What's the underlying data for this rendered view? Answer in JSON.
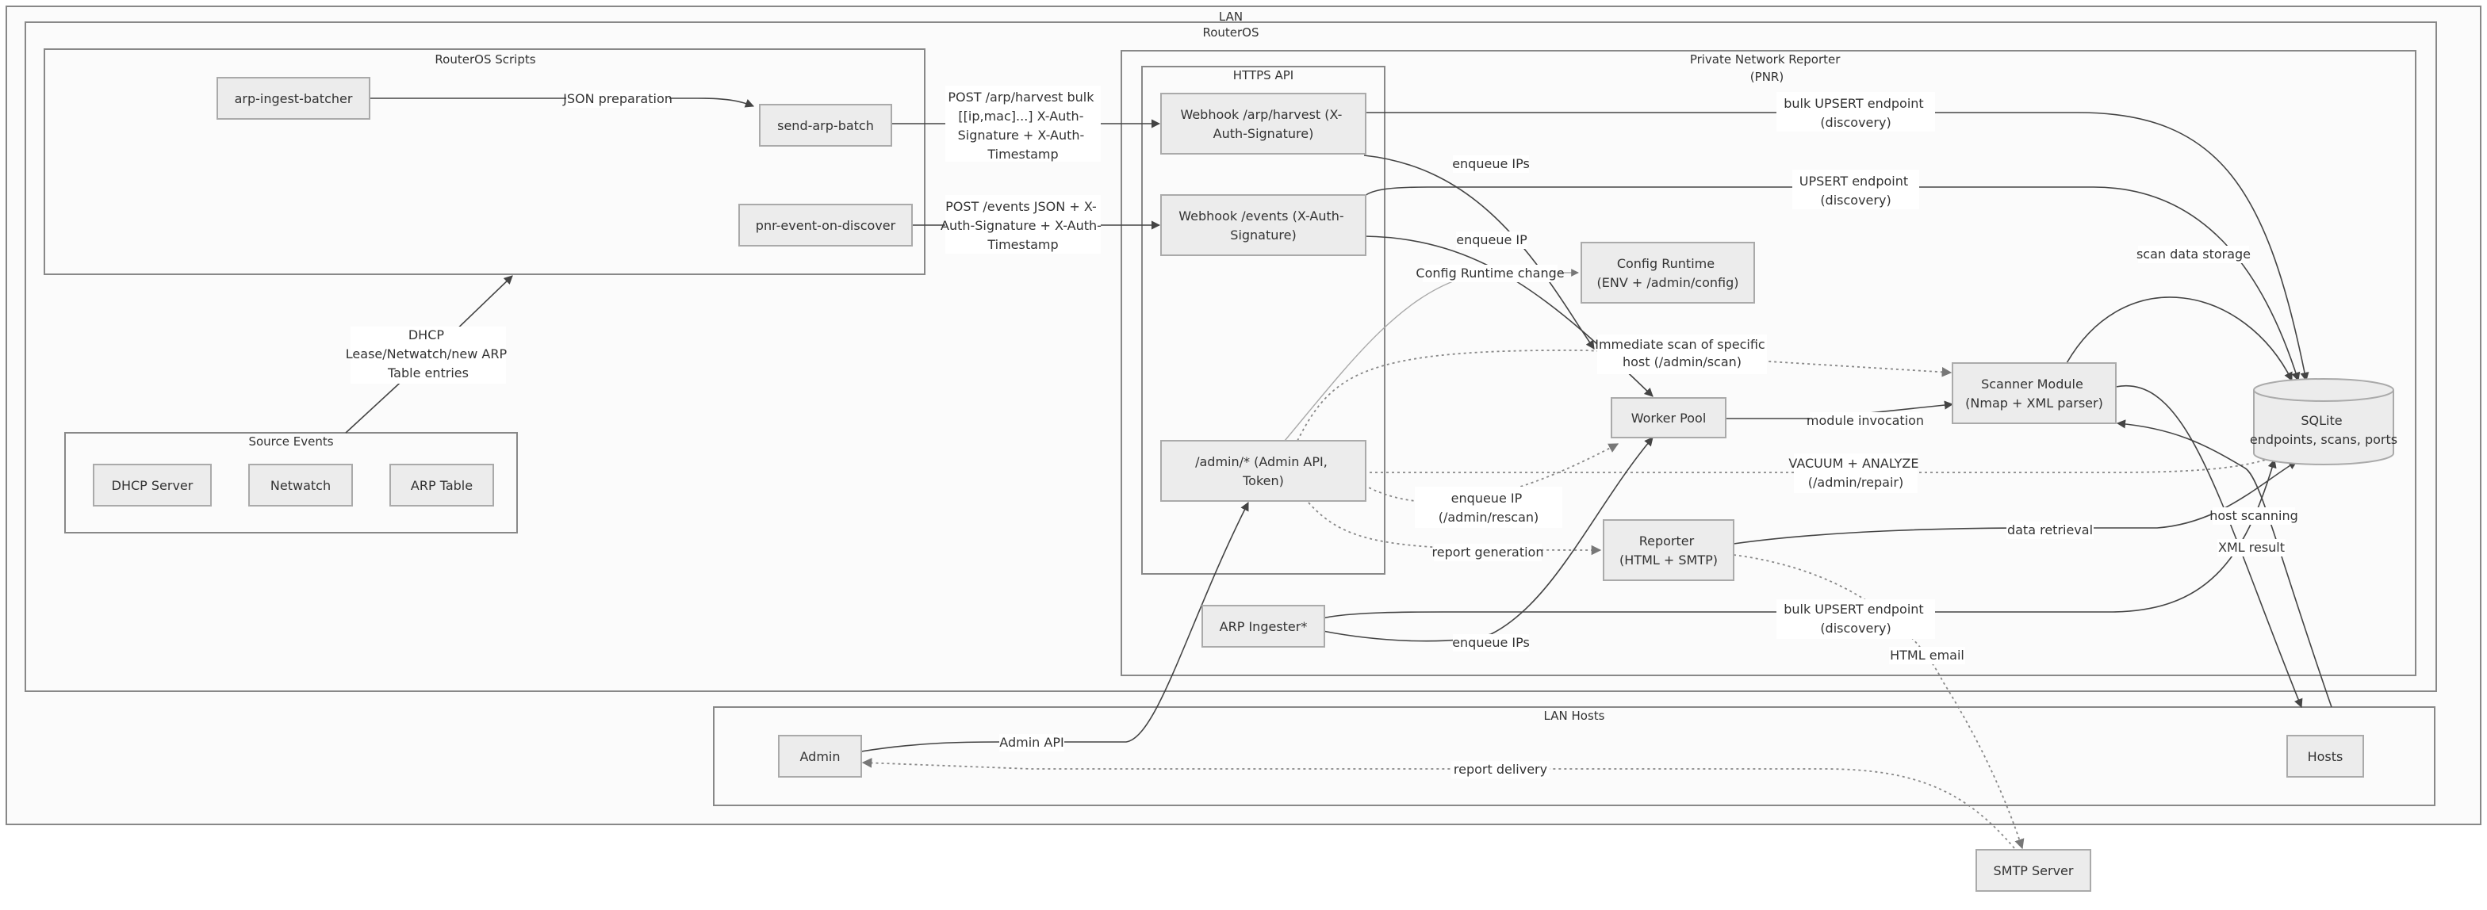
{
  "clusters": {
    "lan": "LAN",
    "routeros": "RouterOS",
    "routeros_scripts": "RouterOS Scripts",
    "source_events": "Source Events",
    "pnr": [
      "Private Network Reporter",
      "(PNR)"
    ],
    "https_api": "HTTPS API",
    "lan_hosts": "LAN Hosts"
  },
  "nodes": {
    "arp_ingest_batcher": [
      "arp-ingest-batcher"
    ],
    "send_arp_batch": [
      "send-arp-batch"
    ],
    "pnr_event_on_discover": [
      "pnr-event-on-discover"
    ],
    "dhcp_server": [
      "DHCP Server"
    ],
    "netwatch": [
      "Netwatch"
    ],
    "arp_table": [
      "ARP Table"
    ],
    "webhook_harvest": [
      "Webhook /arp/harvest (X-",
      "Auth-Signature)"
    ],
    "webhook_events": [
      "Webhook /events (X-Auth-",
      "Signature)"
    ],
    "admin_api": [
      "/admin/* (Admin API,",
      "Token)"
    ],
    "config_runtime": [
      "Config Runtime",
      "(ENV + /admin/config)"
    ],
    "worker_pool": [
      "Worker Pool"
    ],
    "scanner_module": [
      "Scanner Module",
      "(Nmap + XML parser)"
    ],
    "reporter": [
      "Reporter",
      "(HTML + SMTP)"
    ],
    "arp_ingester": [
      "ARP Ingester*"
    ],
    "sqlite": [
      "SQLite",
      "endpoints, scans, ports"
    ],
    "admin": [
      "Admin"
    ],
    "hosts": [
      "Hosts"
    ],
    "smtp_server": [
      "SMTP Server"
    ]
  },
  "edge_labels": {
    "json_preparation": [
      "JSON preparation"
    ],
    "post_harvest": [
      "POST /arp/harvest bulk",
      "[[ip,mac]...] X-Auth-",
      "Signature + X-Auth-",
      "Timestamp"
    ],
    "post_events": [
      "POST /events JSON + X-",
      "Auth-Signature + X-Auth-",
      "Timestamp"
    ],
    "dhcp_lease": [
      "DHCP",
      "Lease/Netwatch/new ARP",
      "Table entries"
    ],
    "bulk_upsert_1": [
      "bulk UPSERT endpoint",
      "(discovery)"
    ],
    "upsert": [
      "UPSERT endpoint",
      "(discovery)"
    ],
    "enqueue_ips_1": [
      "enqueue IPs"
    ],
    "enqueue_ip_1": [
      "enqueue IP"
    ],
    "config_runtime_change": [
      "Config Runtime change"
    ],
    "immediate_scan": [
      "Immediate scan of specific",
      "host (/admin/scan)"
    ],
    "scan_data_storage": [
      "scan data storage"
    ],
    "module_invocation": [
      "module invocation"
    ],
    "vacuum": [
      "VACUUM + ANALYZE",
      "(/admin/repair)"
    ],
    "enqueue_ip_rescan": [
      "enqueue IP",
      "(/admin/rescan)"
    ],
    "report_generation": [
      "report generation"
    ],
    "data_retrieval": [
      "data retrieval"
    ],
    "host_scanning": [
      "host scanning"
    ],
    "xml_result": [
      "XML result"
    ],
    "bulk_upsert_2": [
      "bulk UPSERT endpoint",
      "(discovery)"
    ],
    "enqueue_ips_2": [
      "enqueue IPs"
    ],
    "html_email": [
      "HTML email"
    ],
    "admin_api_edge": [
      "Admin API"
    ],
    "report_delivery": [
      "report delivery"
    ]
  },
  "colors": {
    "cluster_fill": "#fbfbfb",
    "cluster_stroke": "#888888",
    "node_fill": "#ececec",
    "node_stroke": "#aaaaaa",
    "edge": "#444444"
  }
}
